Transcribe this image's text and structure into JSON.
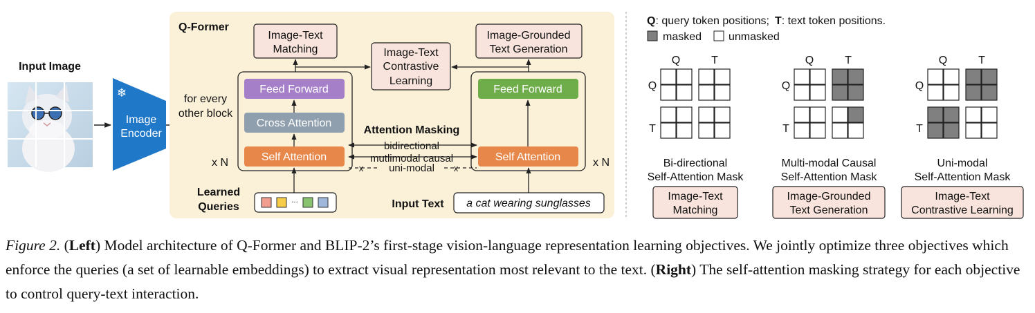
{
  "left": {
    "input_image_label": "Input Image",
    "encoder_lines": [
      "Image",
      "Encoder"
    ],
    "frozen_icon": "snowflake-icon",
    "qformer_title": "Q-Former",
    "every_other_lines": [
      "for every",
      "other block"
    ],
    "repeat_left": "x N",
    "repeat_right": "x N",
    "feed_forward_left": "Feed Forward",
    "cross_attention": "Cross Attention",
    "self_attention_left": "Self Attention",
    "feed_forward_right": "Feed Forward",
    "self_attention_right": "Self Attention",
    "itm_lines": [
      "Image-Text",
      "Matching"
    ],
    "itc_lines": [
      "Image-Text",
      "Contrastive",
      "Learning"
    ],
    "itg_lines": [
      "Image-Grounded",
      "Text Generation"
    ],
    "attention_masking_title": "Attention Masking",
    "mask_bidirectional": "bidirectional",
    "mask_multimodal": "mutlimodal causal",
    "mask_unimodal": "uni-modal",
    "learned_queries_lines": [
      "Learned",
      "Queries"
    ],
    "ellipsis": "···",
    "input_text_label": "Input Text",
    "input_text_value": "a cat wearing sunglasses"
  },
  "right": {
    "legend_q_key": "Q",
    "legend_q_text": ": query token positions;",
    "legend_t_key": "T",
    "legend_t_text": ": text token positions.",
    "legend_masked": "masked",
    "legend_unmasked": "unmasked",
    "masks": [
      {
        "col_q": "Q",
        "col_t": "T",
        "row_q": "Q",
        "row_t": "T",
        "title_lines": [
          "Bi-directional",
          "Self-Attention Mask"
        ],
        "objective_lines": [
          "Image-Text",
          "Matching"
        ],
        "grid": [
          [
            0,
            0,
            0,
            0
          ],
          [
            0,
            0,
            0,
            0
          ],
          [
            0,
            0,
            0,
            0
          ],
          [
            0,
            0,
            0,
            0
          ]
        ]
      },
      {
        "col_q": "Q",
        "col_t": "T",
        "row_q": "Q",
        "row_t": "T",
        "title_lines": [
          "Multi-modal Causal",
          "Self-Attention Mask"
        ],
        "objective_lines": [
          "Image-Grounded",
          "Text Generation"
        ],
        "grid": [
          [
            0,
            0,
            1,
            1
          ],
          [
            0,
            0,
            1,
            1
          ],
          [
            0,
            0,
            0,
            1
          ],
          [
            0,
            0,
            0,
            0
          ]
        ]
      },
      {
        "col_q": "Q",
        "col_t": "T",
        "row_q": "Q",
        "row_t": "T",
        "title_lines": [
          "Uni-modal",
          "Self-Attention Mask"
        ],
        "objective_lines": [
          "Image-Text",
          "Contrastive Learning"
        ],
        "grid": [
          [
            0,
            0,
            1,
            1
          ],
          [
            0,
            0,
            1,
            1
          ],
          [
            1,
            1,
            0,
            0
          ],
          [
            1,
            1,
            0,
            0
          ]
        ]
      }
    ]
  },
  "caption": {
    "figure_label": "Figure 2.",
    "open_paren_1": " (",
    "left_bold": "Left",
    "text_1": ") Model architecture of Q-Former and BLIP-2’s first-stage vision-language representation learning objectives. We jointly optimize three objectives which enforce the queries (a set of learnable embeddings) to extract visual representation most relevant to the text.",
    "open_paren_2": " (",
    "right_bold": "Right",
    "text_2": ") The self-attention masking strategy for each objective to control query-text interaction."
  },
  "colors": {
    "qformer_bg": "#fbf1d8",
    "objective_box": "#f8e4dc",
    "feed_forward_left": "#a67fc9",
    "cross_attention": "#8f9fad",
    "self_attention": "#e7874a",
    "feed_forward_right": "#6fad4a",
    "encoder": "#1f78c8",
    "masked_cell": "#808080",
    "query_colors": [
      "#f19d8f",
      "#f7cc4a",
      "#88c36f",
      "#9fb7da"
    ]
  }
}
